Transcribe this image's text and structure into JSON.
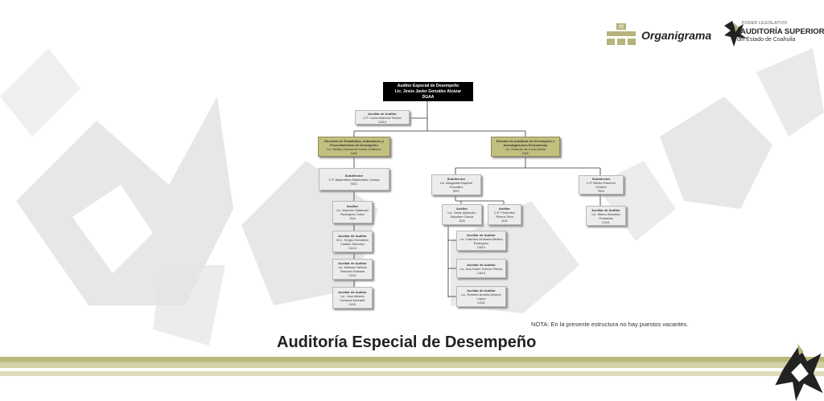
{
  "header": {
    "title": "Organigrama",
    "logo": {
      "line1": "PODER LEGISLATIVO",
      "line2": "AUDITORÍA SUPERIOR",
      "line3": "del Estado de Coahuila"
    }
  },
  "nodes": {
    "n1": {
      "title": "Auditor Especial de Desempeño",
      "name": "Lic. Jesús Javier González Alcázar",
      "code": "DGAA"
    },
    "n2": {
      "title": "Auxiliar de Auditor",
      "name": "C.P. Lucía Martínez Roche",
      "code": "CA14"
    },
    "n3": {
      "title": "Directora de Estadística, Indicadores y Procedimientos de Desempeño",
      "name": "Lic. Nelisly Monserrat Cantú Gutiérrez",
      "code": "DAE"
    },
    "n4": {
      "title": "Director de Auditoría de Desempeño e Investigaciones Económicas",
      "name": "Lic. Rolando de Luna Dávila",
      "code": "DAE"
    },
    "n5": {
      "title": "Subdirector",
      "name": "C.P. Alejandrina Maldonado Campa",
      "code": "SDC"
    },
    "n6": {
      "title": "Subdirector",
      "name": "Lic. Margarita Esquivel González",
      "code": "SDC"
    },
    "n7": {
      "title": "Subdirector",
      "name": "C.P. Benito Ramírez Chávez",
      "code": "SDA"
    },
    "n8": {
      "title": "Auditor",
      "name": "Lic. Mauricio Natanael Rodríguez Calvo",
      "code": "JDA"
    },
    "n9": {
      "title": "Auditor",
      "name": "Lic. Omar Alejandro Sánchez García",
      "code": "JDA"
    },
    "n10": {
      "title": "Auditor",
      "name": "C.P. Florentino Rivera Silva",
      "code": "JDA"
    },
    "n11": {
      "title": "Auxiliar de Auditor",
      "name": "Lic. Mauro Alvarado Granados",
      "code": "CA11"
    },
    "n12": {
      "title": "Auxiliar de Auditor",
      "name": "M.C. Sergio Humberto Castillo Sánchez",
      "code": "CA14"
    },
    "n13": {
      "title": "Auxiliar de Auditor",
      "name": "Lic. Gabriela Viridiana Medina Rodríguez",
      "code": "CA14"
    },
    "n14": {
      "title": "Auxiliar de Auditor",
      "name": "Lic. Melissa Fabiola Ramírez Estrada",
      "code": "CA11"
    },
    "n15": {
      "title": "Auxiliar de Auditor",
      "name": "Lic. Ana Karen Gómez Rivera",
      "code": "CA14"
    },
    "n16": {
      "title": "Auxiliar de Auditor",
      "name": "Lic. José Alberto Campos Andrade",
      "code": "CA11"
    },
    "n17": {
      "title": "Auxiliar de Auditor",
      "name": "Lic. Roberto Aurelio Moreno López",
      "code": "CA11"
    }
  },
  "note": "NOTA: En la presente estructura no hay puestos vacantes.",
  "footer": {
    "title": "Auditoría Especial de Desempeño"
  },
  "colors": {
    "accent": "#c2bf7f",
    "footer_bar": "#b9b779",
    "watermark": "#e4e4e4"
  }
}
